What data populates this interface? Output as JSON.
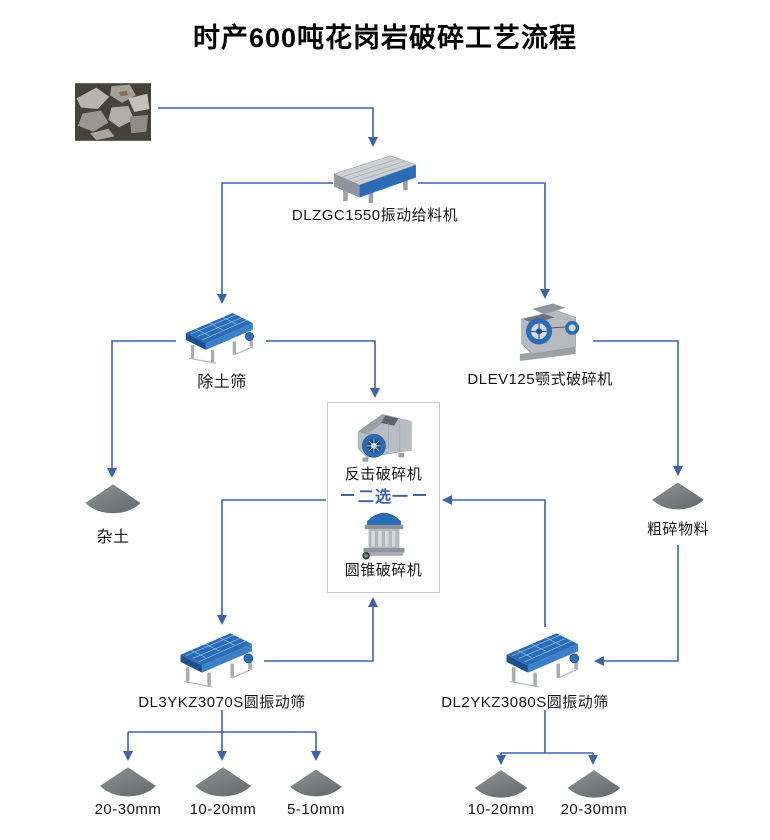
{
  "title": "时产600吨花岗岩破碎工艺流程",
  "machines": {
    "feeder": "DLZGC1550振动给料机",
    "soil_screen": "除土筛",
    "jaw_crusher": "DLEV125颚式破碎机",
    "impact_crusher": "反击破碎机",
    "choice": "二选一",
    "cone_crusher": "圆锥破碎机",
    "screen_left": "DL3YKZ3070S圆振动筛",
    "screen_right": "DL2YKZ3080S圆振动筛"
  },
  "piles": {
    "waste": "杂土",
    "coarse": "粗碎物料",
    "left_outputs": [
      "20-30mm",
      "10-20mm",
      "5-10mm"
    ],
    "right_outputs": [
      "10-20mm",
      "20-30mm"
    ]
  },
  "colors": {
    "arrow": "#3e62ab",
    "choice_text": "#3e62ab",
    "pile_fill": "#75797d",
    "box_border": "#c9c9c9",
    "machine_blue": "#2a6db5",
    "machine_steel": "#b4bac0"
  }
}
